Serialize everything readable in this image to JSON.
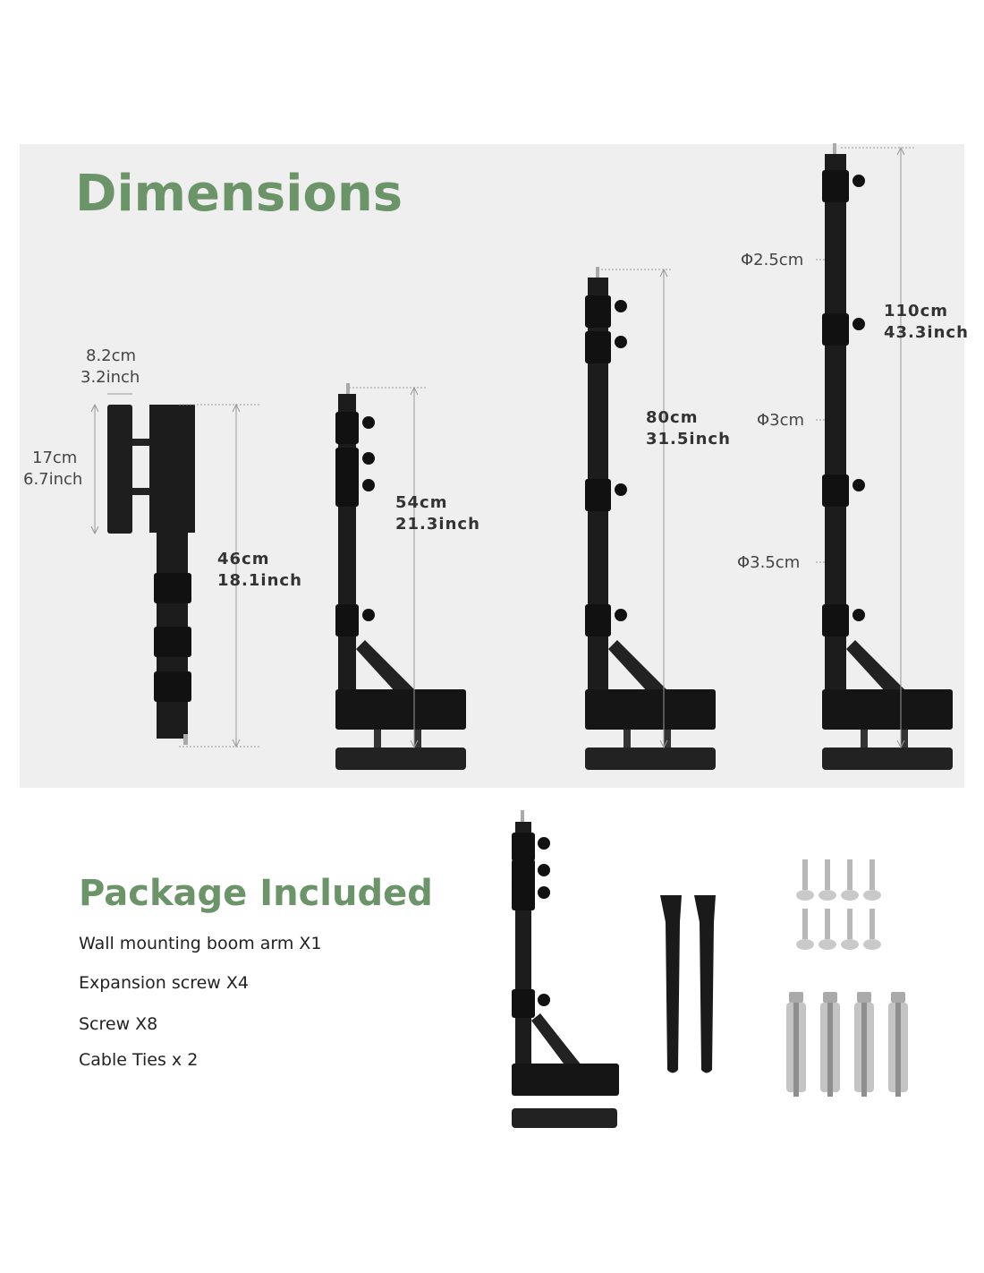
{
  "dimensions": {
    "title": "Dimensions",
    "plate_width": [
      "8.2cm",
      "3.2inch"
    ],
    "plate_height": [
      "17cm",
      "6.7inch"
    ],
    "folded_length": [
      "46cm",
      "18.1inch"
    ],
    "length_54": [
      "54cm",
      "21.3inch"
    ],
    "length_80": [
      "80cm",
      "31.5inch"
    ],
    "length_110": [
      "110cm",
      "43.3inch"
    ],
    "diameters": [
      "Φ2.5cm",
      "Φ3cm",
      "Φ3.5cm"
    ]
  },
  "package": {
    "title": "Package Included",
    "items": [
      "Wall mounting boom arm X1",
      "Expansion screw X4",
      "Screw X8",
      "Cable Ties x 2"
    ]
  },
  "colors": {
    "accent": "#6b9468",
    "panel": "#efefef",
    "metal": "#1c1c1c"
  }
}
